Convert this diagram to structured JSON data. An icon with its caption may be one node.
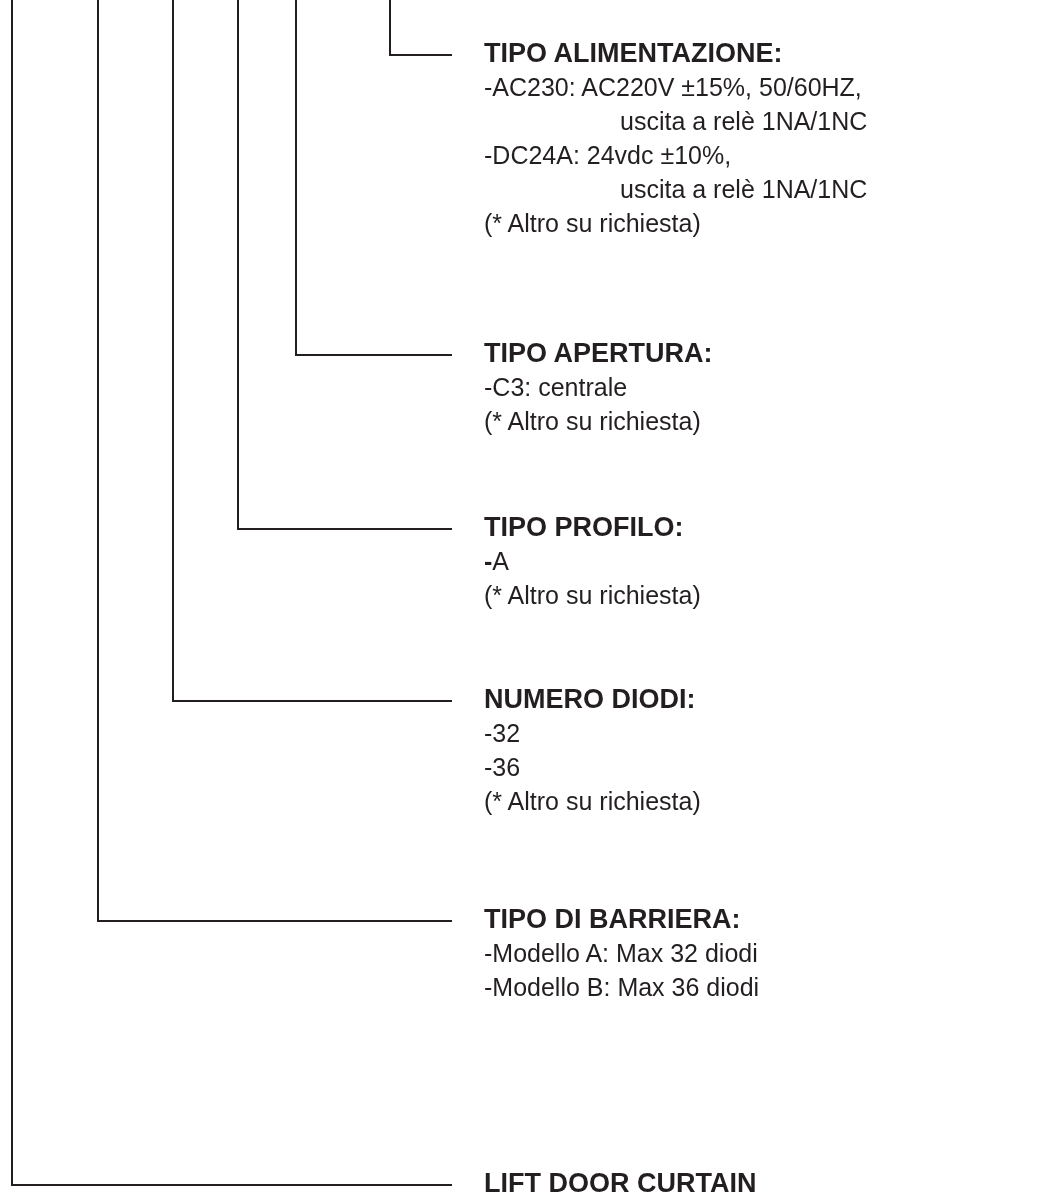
{
  "diagram": {
    "nodes": [
      {
        "text": [
          "TIPO ALIMENTAZIONE:",
          "-AC230: AC220V ±15%, 50/60HZ, uscita a relè 1NA/1NC",
          "-DC24A: 24vdc ±10%, uscita a relè 1NA/1NC",
          "(* Altro su richiesta)"
        ]
      },
      {
        "text": [
          "TIPO APERTURA:",
          "-C3: centrale",
          "(* Altro su richiesta)"
        ]
      },
      {
        "text": [
          "TIPO PROFILO:",
          "**-**A",
          "(* Altro su richiesta)"
        ]
      },
      {
        "text": [
          "NUMERO DIODI:",
          "-32",
          "-36",
          "(* Altro su richiesta)"
        ]
      },
      {
        "text": [
          "TIPO DI BARRIERA:",
          "-Modello A: Max 32 diodi",
          "-Modello B: Max 36 diodi"
        ]
      },
      {
        "text": [
          "LIFT DOOR CURTAIN"
        ]
      }
    ],
    "edges": [
      {
        "from": null,
        "to": 0,
        "arrow": "none"
      },
      {
        "from": null,
        "to": 1,
        "arrow": "none"
      },
      {
        "from": null,
        "to": 2,
        "arrow": "none"
      },
      {
        "from": null,
        "to": 3,
        "arrow": "none"
      },
      {
        "from": null,
        "to": 4,
        "arrow": "none"
      },
      {
        "from": null,
        "to": 5,
        "arrow": "none"
      }
    ]
  }
}
